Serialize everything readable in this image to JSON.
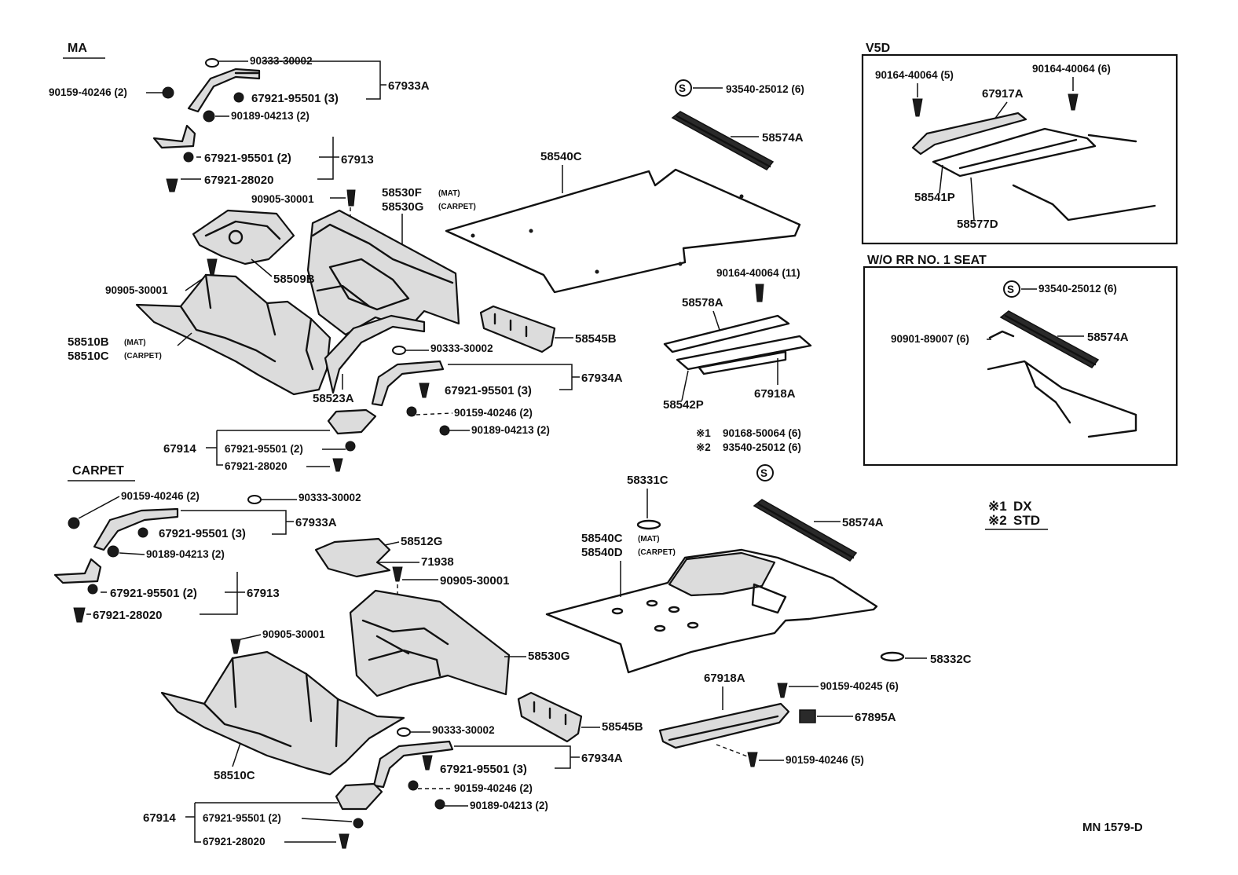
{
  "sections": {
    "ma": "MA",
    "carpet": "CARPET",
    "v5d": "V5D",
    "wo_rr_seat": "W/O RR  NO. 1  SEAT"
  },
  "legend": {
    "mark1": "※1",
    "mark1_text": "DX",
    "mark2": "※2",
    "mark2_text": "STD"
  },
  "catalog_code": "MN  1579-D",
  "qualifiers": {
    "mat": "(MAT)",
    "carpet": "(CARPET)"
  },
  "labels": {
    "ma_90333": "90333-30002",
    "ma_90159": "90159-40246 (2)",
    "ma_67921_3": "67921-95501  (3)",
    "ma_67933A": "67933A",
    "ma_90189": "90189-04213 (2)",
    "ma_67921_2": "67921-95501  (2)",
    "ma_67913": "67913",
    "ma_67921_28": "67921-28020",
    "ma_90905_top": "90905-30001",
    "ma_58530F": "58530F",
    "ma_58530G": "58530G",
    "ma_58509B": "58509B",
    "ma_90905_left": "90905-30001",
    "ma_58510B": "58510B",
    "ma_58510C": "58510C",
    "ma_58545B": "58545B",
    "ma_90333_b": "90333-30002",
    "ma_67921_3b": "67921-95501  (3)",
    "ma_67934A": "67934A",
    "ma_58523A": "58523A",
    "ma_90159_b": "90159-40246 (2)",
    "ma_90189_b": "90189-04213 (2)",
    "ma_67914": "67914",
    "ma_67921_2b": "67921-95501  (2)",
    "ma_67921_28b": "67921-28020",
    "c_90159": "90159-40246 (2)",
    "c_90333": "90333-30002",
    "c_67921_3": "67921-95501  (3)",
    "c_67933A": "67933A",
    "c_90189": "90189-04213 (2)",
    "c_67921_2": "67921-95501  (2)",
    "c_67913": "67913",
    "c_67921_28": "67921-28020",
    "c_58512G": "58512G",
    "c_71938": "71938",
    "c_90905_a": "90905-30001",
    "c_90905_b": "90905-30001",
    "c_58530G": "58530G",
    "c_58545B": "58545B",
    "c_90333_b": "90333-30002",
    "c_67921_3b": "67921-95501  (3)",
    "c_67934A": "67934A",
    "c_58510C": "58510C",
    "c_90159_b": "90159-40246 (2)",
    "c_90189_b": "90189-04213 (2)",
    "c_67914": "67914",
    "c_67921_2b": "67921-95501  (2)",
    "c_67921_28b": "67921-28020",
    "m_93540": "93540-25012 (6)",
    "m_58574A": "58574A",
    "m_58540C": "58540C",
    "m_90164": "90164-40064 (11)",
    "m_58578A": "58578A",
    "m_58542P": "58542P",
    "m_67918A": "67918A",
    "m_90168": "90168-50064 (6)",
    "m_93540_b": "93540-25012 (6)",
    "m_58574A_b": "58574A",
    "m_58331C": "58331C",
    "m_58540C_b": "58540C",
    "m_58540D": "58540D",
    "m_58332C": "58332C",
    "m_67918A_b": "67918A",
    "m_90159_245": "90159-40245 (6)",
    "m_67895A": "67895A",
    "m_90159_246": "90159-40246 (5)",
    "v_90164_5": "90164-40064 (5)",
    "v_90164_6": "90164-40064 (6)",
    "v_67917A": "67917A",
    "v_58541P": "58541P",
    "v_58577D": "58577D",
    "w_93540": "93540-25012 (6)",
    "w_90901": "90901-89007 (6)",
    "w_58574A": "58574A"
  }
}
